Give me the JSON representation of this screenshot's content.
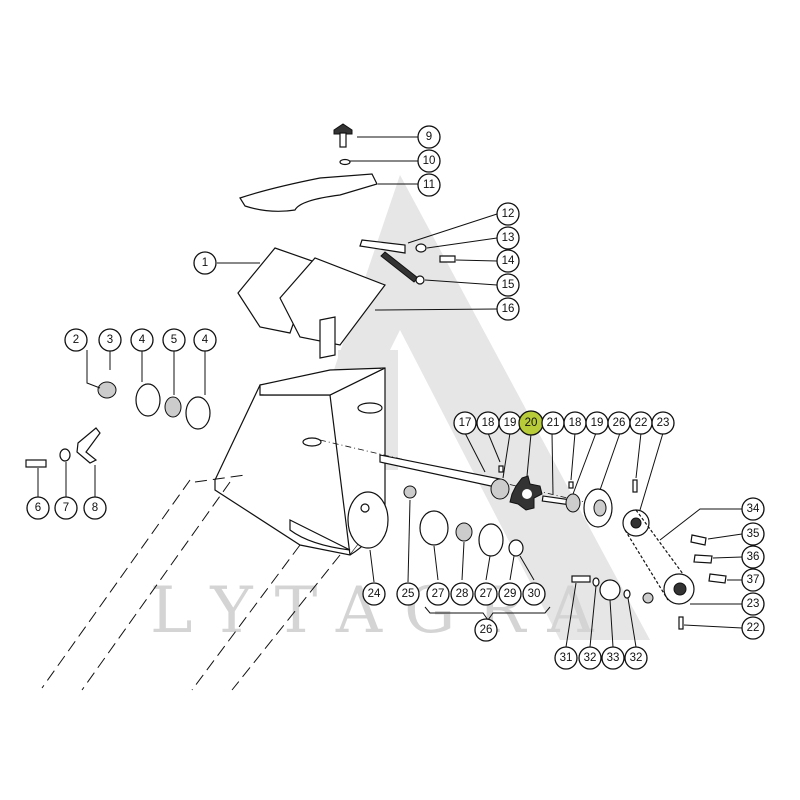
{
  "watermark": {
    "brand_text": "LYTAGRA",
    "accent_color": "#b8cc3a"
  },
  "highlighted_part": "20",
  "callouts": [
    {
      "id": "c1",
      "label": "1"
    },
    {
      "id": "c2",
      "label": "2"
    },
    {
      "id": "c3",
      "label": "3"
    },
    {
      "id": "c4a",
      "label": "4"
    },
    {
      "id": "c5",
      "label": "5"
    },
    {
      "id": "c4b",
      "label": "4"
    },
    {
      "id": "c6",
      "label": "6"
    },
    {
      "id": "c7",
      "label": "7"
    },
    {
      "id": "c8",
      "label": "8"
    },
    {
      "id": "c9",
      "label": "9"
    },
    {
      "id": "c10",
      "label": "10"
    },
    {
      "id": "c11",
      "label": "11"
    },
    {
      "id": "c12",
      "label": "12"
    },
    {
      "id": "c13",
      "label": "13"
    },
    {
      "id": "c14",
      "label": "14"
    },
    {
      "id": "c15",
      "label": "15"
    },
    {
      "id": "c16",
      "label": "16"
    },
    {
      "id": "c17",
      "label": "17"
    },
    {
      "id": "c18a",
      "label": "18"
    },
    {
      "id": "c19a",
      "label": "19"
    },
    {
      "id": "c20",
      "label": "20"
    },
    {
      "id": "c21",
      "label": "21"
    },
    {
      "id": "c18b",
      "label": "18"
    },
    {
      "id": "c19b",
      "label": "19"
    },
    {
      "id": "c26a",
      "label": "26"
    },
    {
      "id": "c22a",
      "label": "22"
    },
    {
      "id": "c23a",
      "label": "23"
    },
    {
      "id": "c34",
      "label": "34"
    },
    {
      "id": "c35",
      "label": "35"
    },
    {
      "id": "c36",
      "label": "36"
    },
    {
      "id": "c37",
      "label": "37"
    },
    {
      "id": "c23b",
      "label": "23"
    },
    {
      "id": "c22b",
      "label": "22"
    },
    {
      "id": "c24",
      "label": "24"
    },
    {
      "id": "c25",
      "label": "25"
    },
    {
      "id": "c27a",
      "label": "27"
    },
    {
      "id": "c28",
      "label": "28"
    },
    {
      "id": "c27b",
      "label": "27"
    },
    {
      "id": "c29",
      "label": "29"
    },
    {
      "id": "c30",
      "label": "30"
    },
    {
      "id": "c26b",
      "label": "26"
    },
    {
      "id": "c31",
      "label": "31"
    },
    {
      "id": "c32a",
      "label": "32"
    },
    {
      "id": "c33",
      "label": "33"
    },
    {
      "id": "c32b",
      "label": "32"
    }
  ]
}
